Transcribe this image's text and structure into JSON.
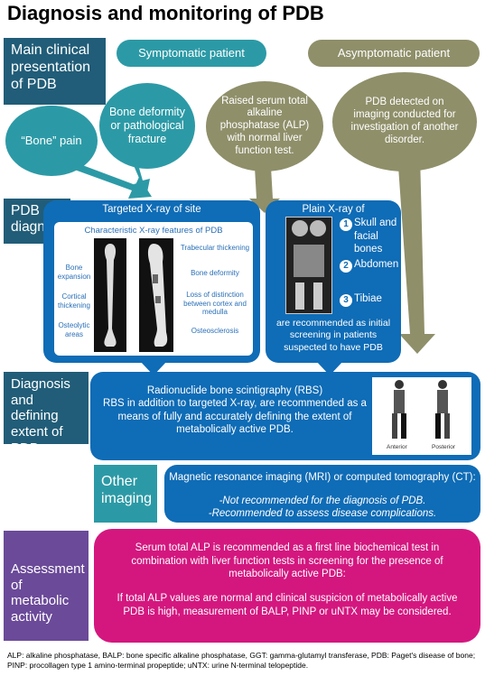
{
  "title": "Diagnosis and monitoring of PDB",
  "labels": {
    "main_clinical": "Main clinical presentation of PDB",
    "pdb_diagnosis": "PDB diagnosis",
    "diag_extent": "Diagnosis and defining extent of PDB",
    "other_imaging": "Other imaging",
    "assessment": "Assessment of metabolic activity"
  },
  "patients": {
    "symptomatic": "Symptomatic patient",
    "asymptomatic": "Asymptomatic patient"
  },
  "bubbles": {
    "bone_pain": "“Bone” pain",
    "bone_deformity": "Bone deformity or pathological fracture",
    "raised_alp": "Raised serum total alkaline phosphatase (ALP) with normal liver function test.",
    "detected_imaging": "PDB detected on imaging conducted for investigation of another disorder."
  },
  "targeted": {
    "header": "Targeted X-ray of site",
    "panel_title": "Characteristic X-ray features of PDB",
    "left_features": [
      "Bone expansion",
      "Cortical thickening",
      "Osteolytic areas"
    ],
    "right_features": [
      "Trabecular thickening",
      "Bone deformity",
      "Loss of distinction between cortex and medulla",
      "Osteosclerosis"
    ]
  },
  "plain": {
    "header": "Plain X-ray of",
    "items": [
      {
        "num": "1",
        "label": "Skull and facial bones"
      },
      {
        "num": "2",
        "label": "Abdomen"
      },
      {
        "num": "3",
        "label": "Tibiae"
      }
    ],
    "footer": "are recommended as initial screening in patients suspected to have PDB"
  },
  "rbs": {
    "line1": "Radionuclide bone scintigraphy (RBS)",
    "line2": "RBS in addition to targeted X-ray, are recommended as a means of fully and accurately defining the extent of metabolically active PDB.",
    "scan_labels": [
      "Anterior",
      "Posterior"
    ]
  },
  "mri": {
    "line1": "Magnetic resonance imaging (MRI) or computed tomography (CT):",
    "line2": "-Not recommended for the diagnosis of PDB.",
    "line3": "-Recommended to assess disease complications."
  },
  "alp": {
    "para1": "Serum total ALP is recommended as a first line biochemical test in combination with liver function tests in screening for the presence of metabolically active PDB:",
    "para2": "If total ALP values are normal and clinical suspicion of metabolically active PDB is high, measurement of BALP, PINP or uNTX may be considered."
  },
  "footnote": "ALP: alkaline phosphatase, BALP: bone specific alkaline phosphatase, GGT: gamma-glutamyl transferase, PDB: Paget's disease of bone; PINP: procollagen type 1 amino-terminal propeptide; uNTX: urine N-terminal telopeptide."
}
